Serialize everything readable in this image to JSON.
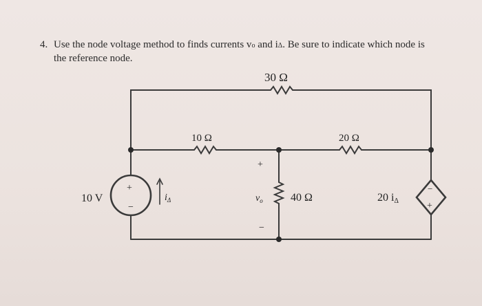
{
  "problem": {
    "number": "4.",
    "text_part1": "Use the node voltage method to finds currents v",
    "sub_o": "o",
    "text_part2": " and i",
    "sub_delta": "Δ",
    "text_part3": ".  Be sure to indicate which node is",
    "line2": "the reference node."
  },
  "circuit": {
    "r_top": "30 Ω",
    "r_left": "10 Ω",
    "r_right": "20 Ω",
    "r_middle": "40 Ω",
    "source_voltage": "10 V",
    "source_plus": "+",
    "source_minus": "−",
    "current_label": "i",
    "current_sub": "Δ",
    "vo_label": "v",
    "vo_sub": "o",
    "vo_plus": "+",
    "vo_minus": "−",
    "dep_source_label": "20 i",
    "dep_source_sub": "Δ",
    "dep_plus": "+",
    "dep_minus": "−"
  }
}
